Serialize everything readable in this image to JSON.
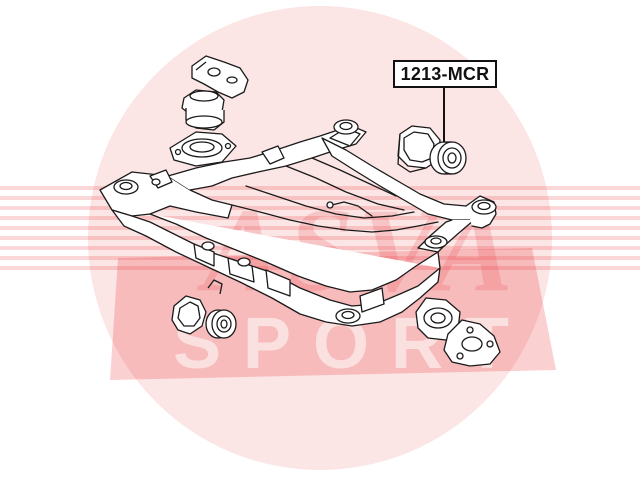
{
  "part_number": "1213-MCR",
  "watermark": {
    "line1": "ASVA",
    "line2": "SPORT"
  },
  "colors": {
    "watermark": "#e8272d",
    "line": "#1a1a1a",
    "fill": "#ffffff"
  }
}
